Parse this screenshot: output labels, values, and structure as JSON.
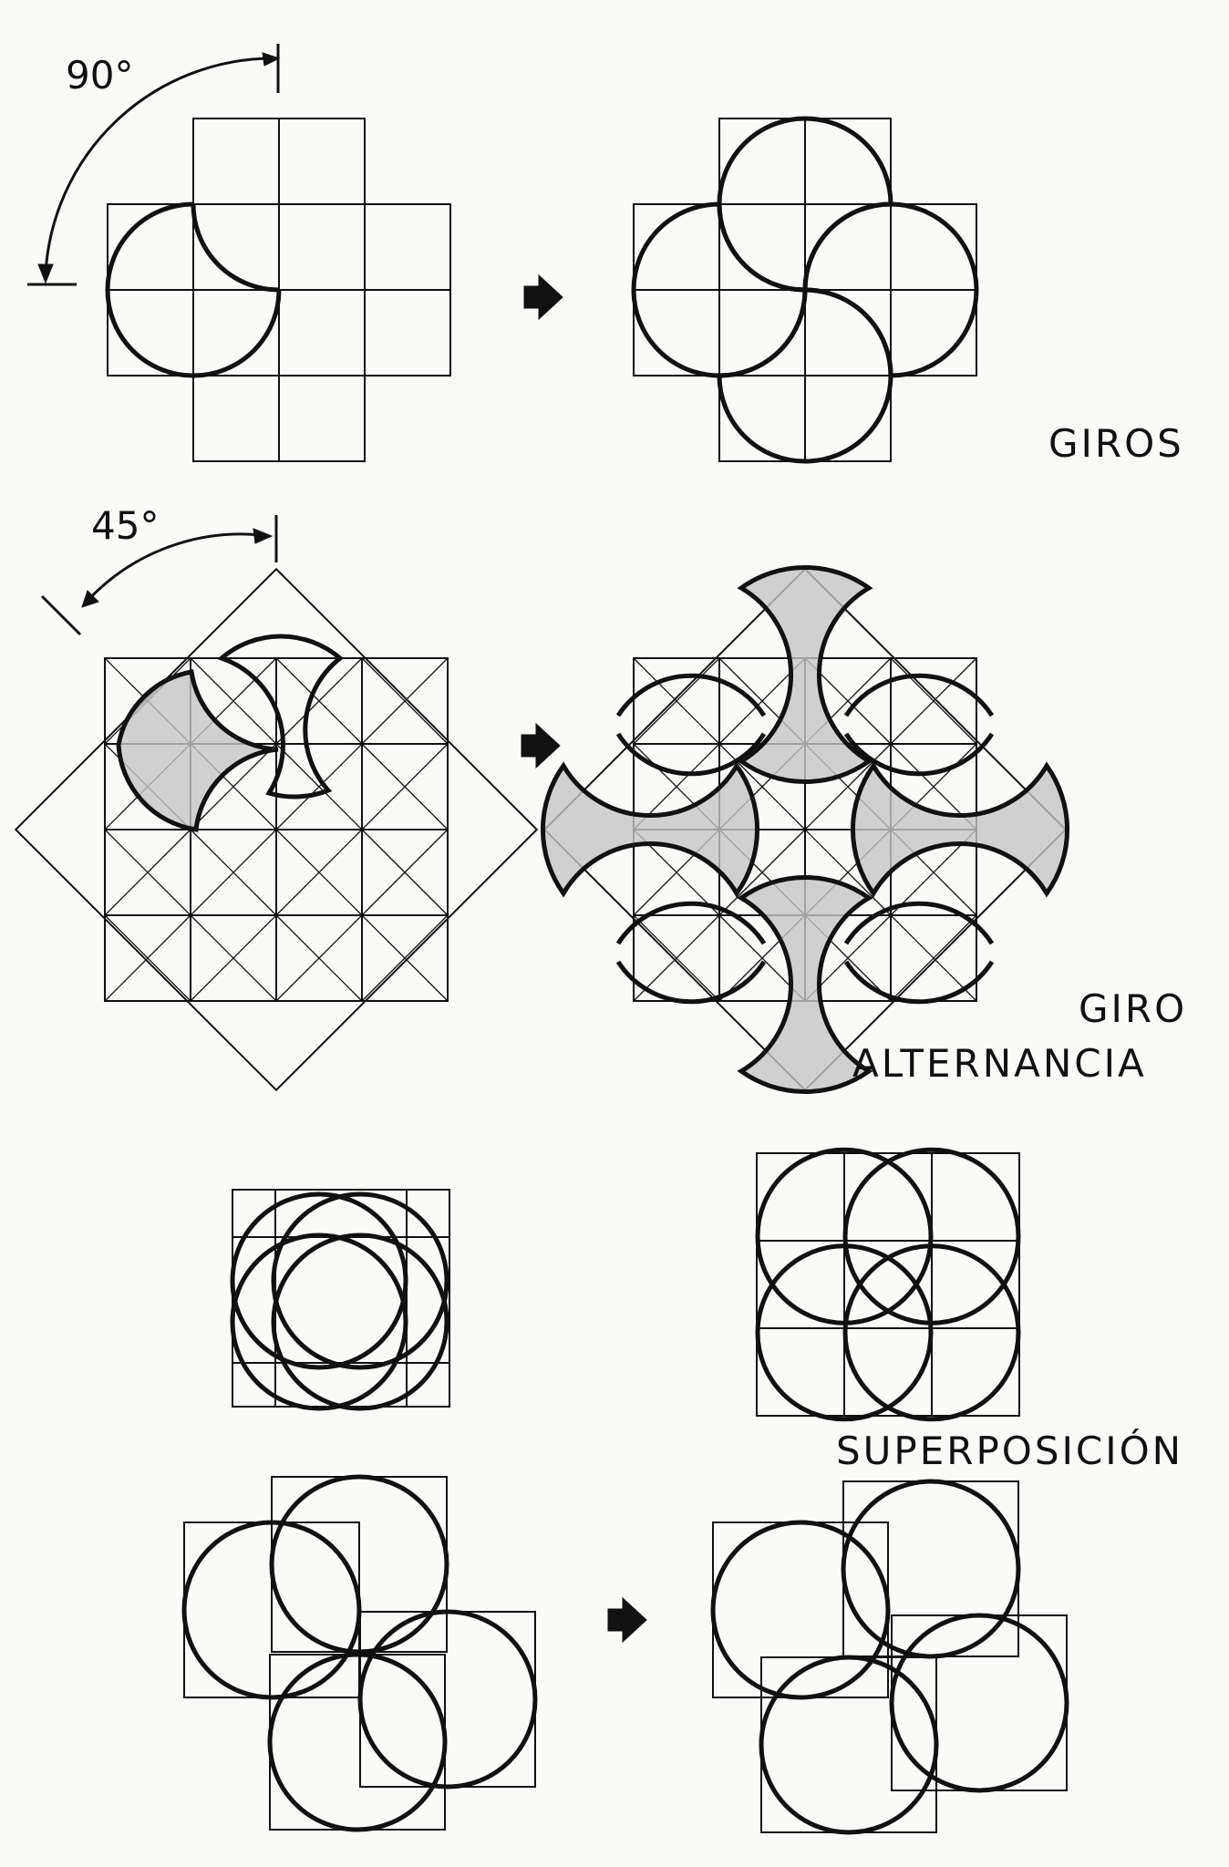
{
  "labels": {
    "angle_90": "90°",
    "angle_45": "45°",
    "giros": "GIROS",
    "giro": "GIRO",
    "alternancia": "ALTERNANCIA",
    "superposicion": "SUPERPOSICIÓN"
  },
  "colors": {
    "line": "#111111",
    "shade": "#c6c6c6",
    "background": "#fafaf8"
  }
}
